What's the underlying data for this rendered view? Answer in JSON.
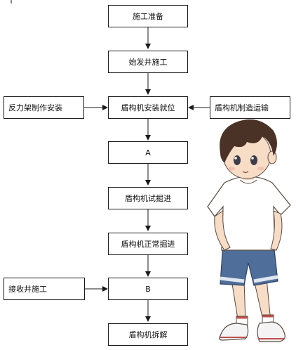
{
  "flow": {
    "steps": [
      "施工准备",
      "始发井施工",
      "盾构机安装就位",
      "A",
      "盾构机试掘进",
      "盾构机正常掘进",
      "B",
      "盾构机拆解"
    ],
    "side_left_1": "反力架制作安装",
    "side_right_1": "盾构机制造运输",
    "side_left_2": "接收井施工"
  },
  "colors": {
    "line": "#1a1a1a",
    "hair": "#4a3226",
    "shirt": "#ffffff",
    "shorts": "#4f6f9a",
    "skin": "#f7dcc6"
  },
  "icons": [
    "boy-illustration"
  ]
}
